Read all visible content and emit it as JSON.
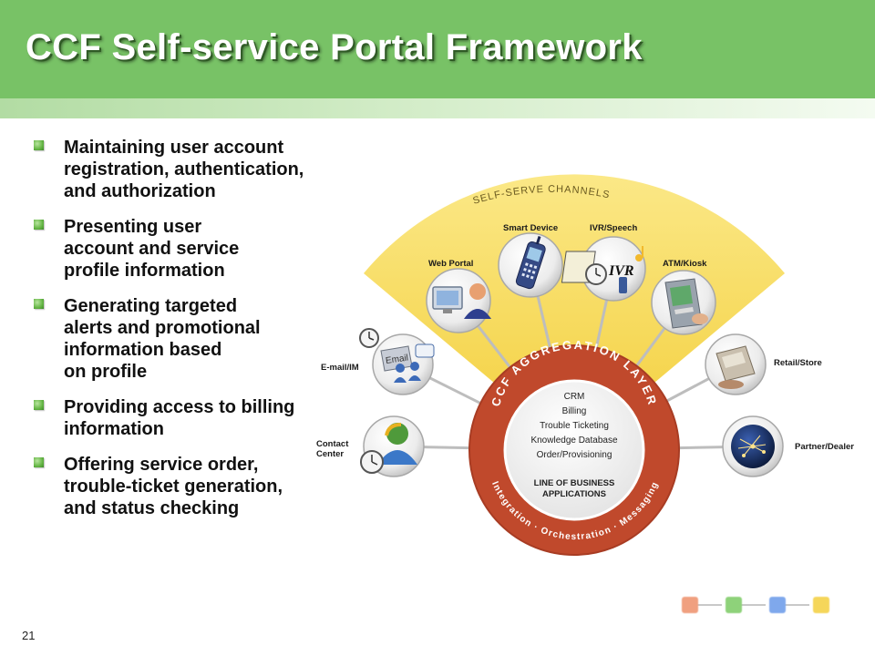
{
  "title": "CCF Self-service Portal Framework",
  "bullets": [
    "Maintaining user account\nregistration, authentication,\nand authorization",
    "Presenting user\naccount and service\nprofile information",
    "Generating targeted\nalerts and promotional\ninformation based\non profile",
    "Providing access to billing\ninformation",
    "Offering service order,\ntrouble-ticket generation,\nand status checking"
  ],
  "diagram": {
    "fan_label": "SELF-SERVE CHANNELS",
    "ring_label": "CCF AGGREGATION LAYER",
    "ring_bottom_label": "Integration · Orchestration · Messaging",
    "core_items": [
      "CRM",
      "Billing",
      "Trouble Ticketing",
      "Knowledge Database",
      "Order/Provisioning"
    ],
    "core_footer_line1": "LINE OF BUSINESS",
    "core_footer_line2": "APPLICATIONS",
    "channels": {
      "web_portal": "Web Portal",
      "smart_device": "Smart Device",
      "ivr_speech": "IVR/Speech",
      "atm_kiosk": "ATM/Kiosk",
      "retail_store": "Retail/Store",
      "partner_dealer": "Partner/Dealer",
      "email_im": "E-mail/IM",
      "contact_center_line1": "Contact",
      "contact_center_line2": "Center"
    },
    "icon_texts": {
      "ivr": "IVR",
      "email": "Email"
    },
    "colors": {
      "fan": "#f7d84e",
      "ring": "#c0492c",
      "header": "#78c266"
    }
  },
  "page_number": "21",
  "nav_dot_colors": [
    "#f0a080",
    "#8ed27a",
    "#7fa8ec",
    "#f5d65a"
  ]
}
